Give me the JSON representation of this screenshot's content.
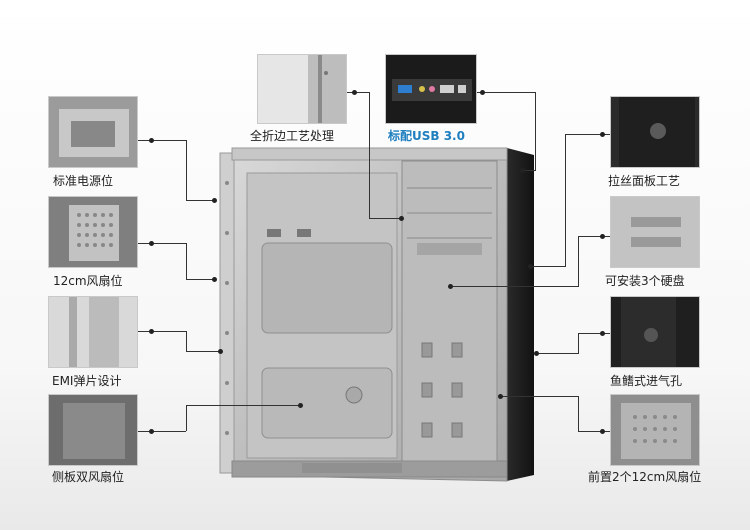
{
  "features": {
    "fold_edge": "全折边工艺处理",
    "usb": "标配USB 3.0",
    "psu": "标准电源位",
    "fan12": "12cm风扇位",
    "emi": "EMI弹片设计",
    "side_fan": "侧板双风扇位",
    "brushed": "拉丝面板工艺",
    "hdd": "可安装3个硬盘",
    "vent": "鱼鳍式进气孔",
    "front_fan": "前置2个12cm风扇位"
  },
  "colors": {
    "accent": "#1f7fbf",
    "line": "#333333"
  }
}
